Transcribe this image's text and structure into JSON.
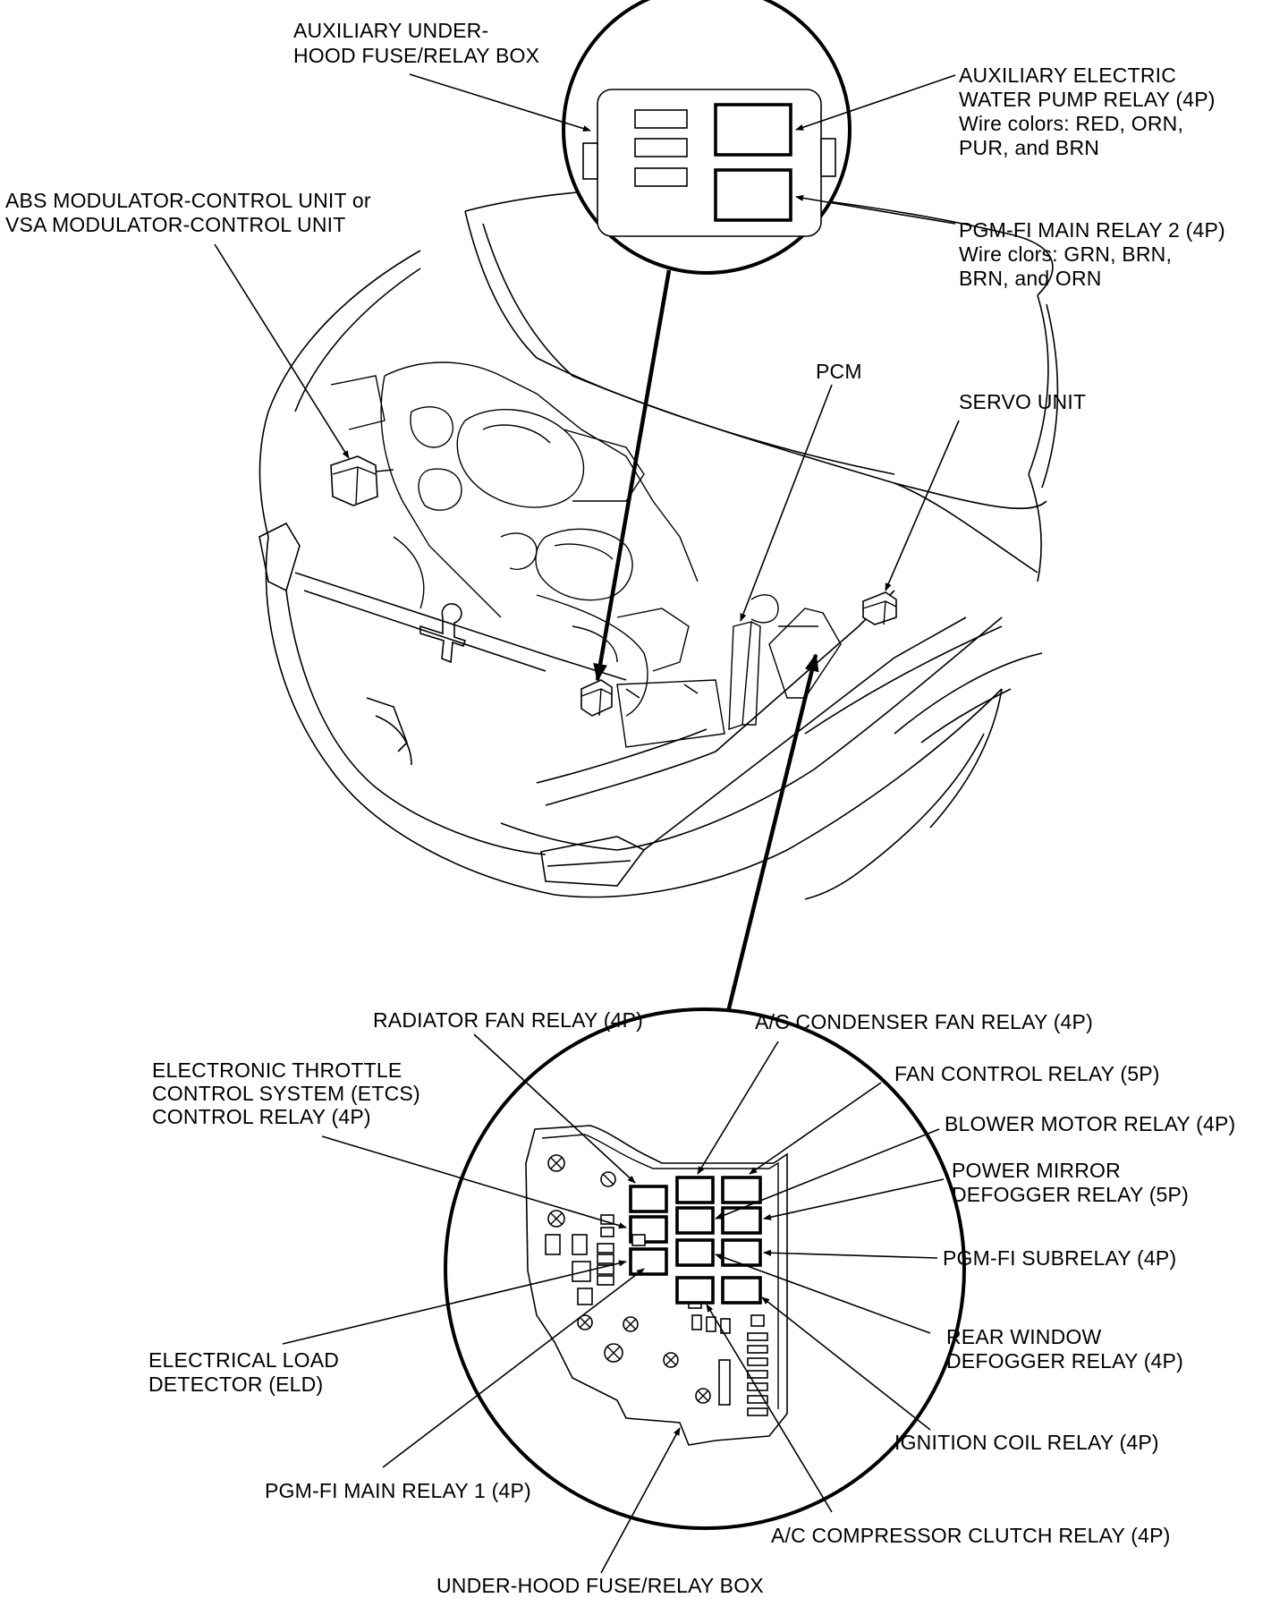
{
  "labels": {
    "aux_fuse_box": [
      "AUXILIARY UNDER-",
      "HOOD FUSE/RELAY BOX"
    ],
    "aux_water_pump_relay": [
      "AUXILIARY ELECTRIC",
      "WATER PUMP RELAY (4P)",
      "Wire colors: RED, ORN,",
      "PUR, and BRN"
    ],
    "pgm_fi_main_relay_2": [
      "PGM-FI MAIN RELAY 2 (4P)",
      "Wire clors: GRN, BRN,",
      "BRN, and ORN"
    ],
    "abs_modulator": [
      "ABS MODULATOR-CONTROL UNIT or",
      "VSA MODULATOR-CONTROL UNIT"
    ],
    "pcm": "PCM",
    "servo_unit": "SERVO UNIT",
    "radiator_fan_relay": "RADIATOR FAN RELAY (4P)",
    "ac_condenser_fan_relay": "A/C CONDENSER FAN RELAY (4P)",
    "etcs_relay": [
      "ELECTRONIC THROTTLE",
      "CONTROL SYSTEM (ETCS)",
      "CONTROL RELAY (4P)"
    ],
    "fan_control_relay": "FAN CONTROL RELAY (5P)",
    "blower_motor_relay": "BLOWER MOTOR RELAY (4P)",
    "power_mirror_relay": [
      "POWER MIRROR",
      "DEFOGGER RELAY (5P)"
    ],
    "pgm_fi_subrelay": "PGM-FI SUBRELAY (4P)",
    "eld": [
      "ELECTRICAL LOAD",
      "DETECTOR (ELD)"
    ],
    "rear_window_relay": [
      "REAR WINDOW",
      "DEFOGGER RELAY (4P)"
    ],
    "ignition_coil_relay": "IGNITION COIL RELAY (4P)",
    "pgm_fi_main_relay_1": "PGM-FI MAIN RELAY 1 (4P)",
    "ac_compressor_relay": "A/C COMPRESSOR CLUTCH RELAY (4P)",
    "under_hood_fuse_box": "UNDER-HOOD FUSE/RELAY BOX"
  }
}
